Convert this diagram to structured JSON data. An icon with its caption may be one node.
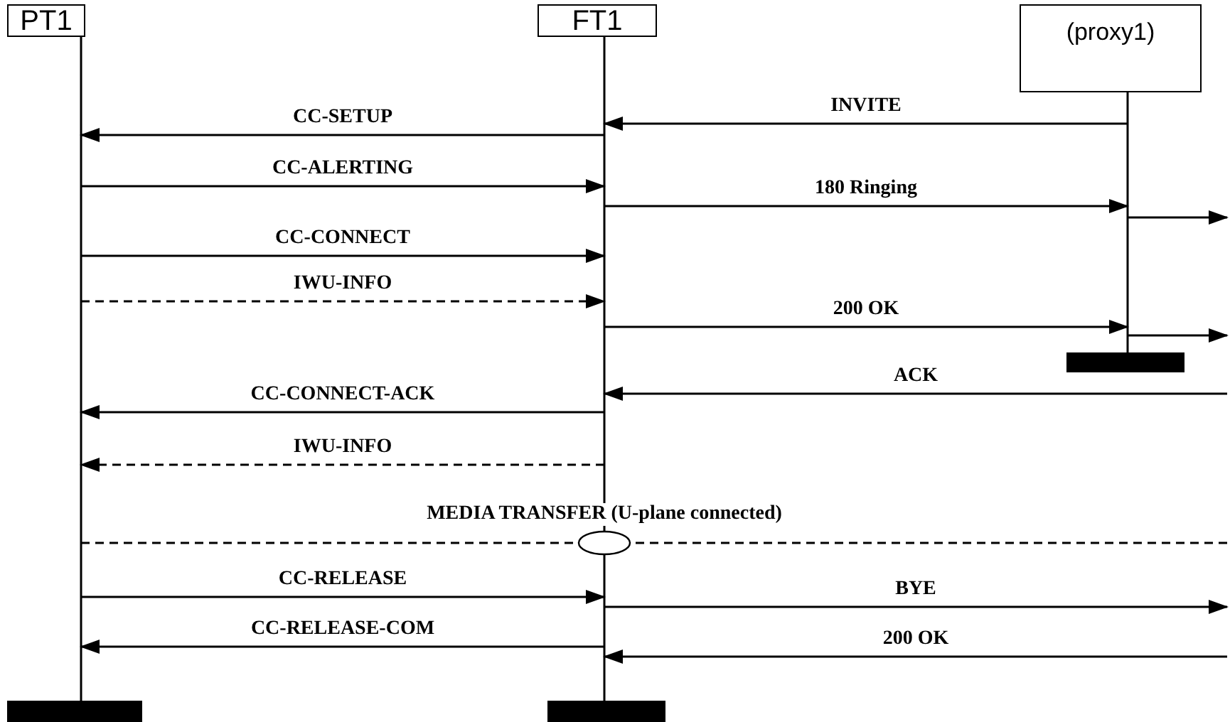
{
  "diagram": {
    "nodes": [
      {
        "text": [
          "PT1"
        ]
      },
      {
        "text": [
          "FT1"
        ]
      },
      {
        "text": [
          "(proxy1)"
        ]
      }
    ],
    "edges": [
      {
        "from": 2,
        "to": 1,
        "arrow": "to",
        "label": "INVITE"
      },
      {
        "from": 1,
        "to": 0,
        "arrow": "to",
        "label": "CC-SETUP"
      },
      {
        "from": 0,
        "to": 1,
        "arrow": "to",
        "label": "CC-ALERTING"
      },
      {
        "from": 1,
        "to": 2,
        "arrow": "to",
        "label": "180 Ringing"
      },
      {
        "from": 2,
        "to": null,
        "arrow": "to"
      },
      {
        "from": 0,
        "to": 1,
        "arrow": "to",
        "label": "CC-CONNECT"
      },
      {
        "from": 0,
        "to": 1,
        "arrow": "to",
        "label": "IWU-INFO",
        "style": "dashed"
      },
      {
        "from": 1,
        "to": 2,
        "arrow": "to",
        "label": "200 OK"
      },
      {
        "from": 2,
        "to": null,
        "arrow": "to"
      },
      {
        "from": null,
        "to": 1,
        "arrow": "to",
        "label": "ACK"
      },
      {
        "from": 1,
        "to": 0,
        "arrow": "to",
        "label": "CC-CONNECT-ACK"
      },
      {
        "from": 1,
        "to": 0,
        "arrow": "to",
        "label": "IWU-INFO",
        "style": "dashed"
      },
      {
        "from": 0,
        "to": null,
        "arrow": "none",
        "label": "MEDIA TRANSFER (U-plane connected)",
        "style": "dashed"
      },
      {
        "from": 0,
        "to": 1,
        "arrow": "to",
        "label": "CC-RELEASE"
      },
      {
        "from": 1,
        "to": null,
        "arrow": "to",
        "label": "BYE"
      },
      {
        "from": 1,
        "to": 0,
        "arrow": "to",
        "label": "CC-RELEASE-COM"
      },
      {
        "from": null,
        "to": 1,
        "arrow": "to",
        "label": "200 OK"
      }
    ]
  }
}
